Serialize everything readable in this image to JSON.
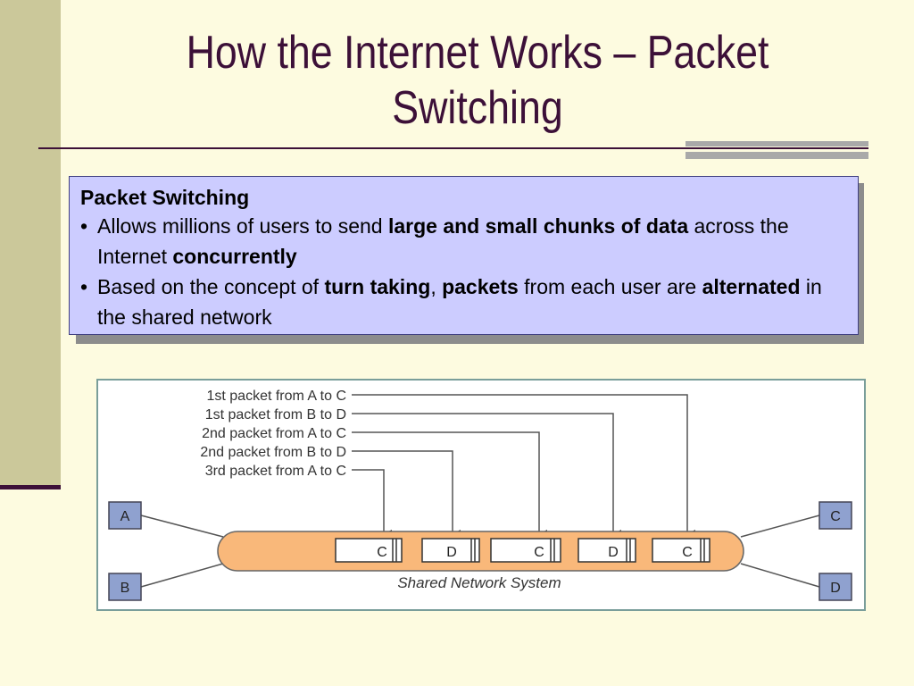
{
  "slide": {
    "title_line1": "How the Internet Works – Packet",
    "title_line2": "Switching"
  },
  "callout": {
    "heading": "Packet Switching",
    "bullet_char": "•",
    "bullet1": {
      "t1": "Allows millions of users to send ",
      "b1": "large and small chunks of data",
      "t2": " across the Internet ",
      "b2": "concurrently"
    },
    "bullet2": {
      "t1": "Based on the concept of ",
      "b1": "turn taking",
      "t2": ", ",
      "b2": "packets",
      "t3": " from each user are ",
      "b3": "alternated",
      "t4": " in the shared network"
    }
  },
  "diagram": {
    "packet_labels": [
      "1st packet from A to C",
      "1st packet from B to D",
      "2nd packet from A to C",
      "2nd packet from B to D",
      "3rd packet from A to C"
    ],
    "packets": [
      "C",
      "D",
      "C",
      "D",
      "C"
    ],
    "nodes": {
      "a": "A",
      "b": "B",
      "c": "C",
      "d": "D"
    },
    "caption": "Shared Network System",
    "colors": {
      "pipe": "#f9b87a",
      "node": "#8fa1cf",
      "line": "#555555"
    }
  }
}
